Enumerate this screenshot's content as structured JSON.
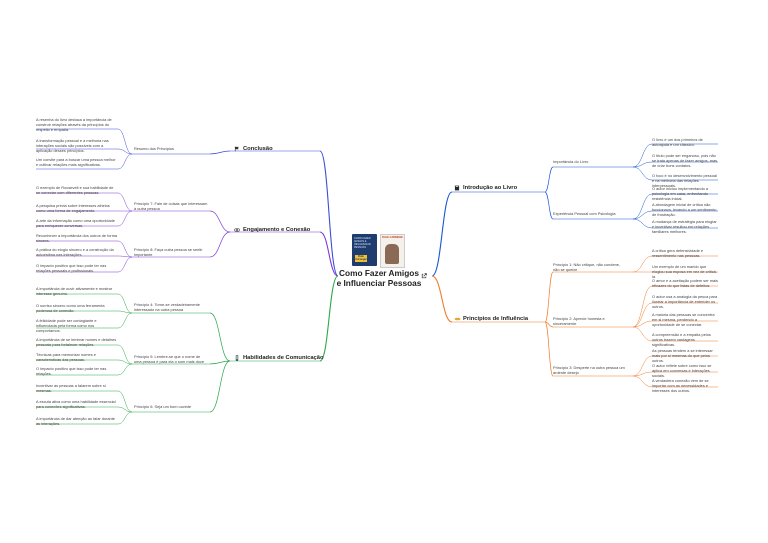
{
  "root": {
    "title": "Como Fazer Amigos e Influenciar Pessoas",
    "link_icon": "external-link-icon",
    "cover_left_title": "COMO FAZER AMIGOS & INFLUENCIAR PESSOAS",
    "cover_left_badge": "Dale Carnegie",
    "cover_right_title": "DALE CARNEGIE"
  },
  "colors": {
    "introducao": "#1a56d6",
    "principios": "#f07d2c",
    "conclusao": "#3d4cd6",
    "engajamento": "#7b3bd6",
    "habilidades": "#2aa84a"
  },
  "branches": {
    "introducao": {
      "title": "Introdução ao Livro",
      "icon": "book-icon",
      "subs": [
        {
          "label": "Importância do Livro",
          "leaves": [
            "O livro é um dos primeiros de autoajuda e um clássico.",
            "O título pode ser enganoso, pois não se trata apenas de fazer amigos, mas de criar bons contatos.",
            "O foco é no desenvolvimento pessoal e na melhoria das relações interpessoais."
          ]
        },
        {
          "label": "Experiência Pessoal com Psicologia",
          "leaves": [
            "O autor iniciou implementando a psicologia em casa, enfrentando resistência inicial.",
            "A abordagem inicial de crítica não funcionava, levando a um sentimento de frustração.",
            "A mudança de estratégia para elogiar e incentivar resultou em relações familiares melhores."
          ]
        }
      ]
    },
    "principios": {
      "title": "Princípios de Influência",
      "icon": "handshake-icon",
      "subs": [
        {
          "label": "Princípio 1: Não critique, não condene, não se queixe",
          "leaves": [
            "A crítica gera defensividade e ressentimento nas pessoas.",
            "Um exemplo de um marido que elogiou sua esposa em vez de criticá-la."
          ]
        },
        {
          "label": "Princípio 2: Aprecie honesta e sinceramente",
          "leaves": [
            "O amor e a aceitação podem ser mais eficazes do que listas de defeitos.",
            "O autor usa a analogia da pesca para ilustrar a importância de entender os outros.",
            "A maioria das pessoas se concentra em si mesma, perdendo a oportunidade de se conectar.",
            "A compreensão e a empatia pelos outros trazem vantagens significativas."
          ]
        },
        {
          "label": "Princípio 3: Desperte na outra pessoa um ardente desejo",
          "leaves": [
            "As pessoas tendem a se interessar mais por si mesmas do que pelos outros.",
            "O autor reflete sobre como isso se aplica em conversas e interações sociais.",
            "A verdadeira conexão vem de se importar com as necessidades e interesses dos outros."
          ]
        }
      ]
    },
    "conclusao": {
      "title": "Conclusão",
      "icon": "flag-icon",
      "subs": [
        {
          "label": "Resumo dos Princípios",
          "leaves": [
            "A resenha do livro destaca a importância de construir relações através da princípios do respeito e empatia.",
            "A transformação pessoal e a melhoria nas interações sociais são possíveis com a aplicação desses princípios.",
            "Um convite para a buscar uma pessoa melhor e cultivar relações mais significativas."
          ]
        }
      ]
    },
    "engajamento": {
      "title": "Engajamento e Conexão",
      "icon": "chain-icon",
      "subs": [
        {
          "label": "Princípio 7: Fale de coisas que interessam à outra pessoa",
          "leaves": [
            "O exemplo de Roosevelt e sua habilidade de se conectar com diferentes pessoas.",
            "A pesquisa prévia sobre interesses alheios como uma forma de engajamento.",
            "A arte da informação como uma oportunidade para enriquecer conversas."
          ]
        },
        {
          "label": "Princípio 8: Faça outra pessoa se sentir importante",
          "leaves": [
            "Reconhecer a importância dos outros de forma sincera.",
            "A prática do elogio sincero e a construção da autoestima nas interações.",
            "O impacto positivo que isso pode ter nas relações pessoais e profissionais."
          ]
        }
      ]
    },
    "habilidades": {
      "title": "Habilidades de Comunicação",
      "icon": "phone-icon",
      "subs": [
        {
          "label": "Princípio 4: Torne-se verdadeiramente interessado na outra pessoa",
          "leaves": [
            "A importância de ouvir ativamente e mostrar interesse genuíno.",
            "O sorriso sincero como uma ferramenta poderosa de conexão.",
            "A felicidade pode ser contagiante e influenciada pela forma como nos comportamos."
          ]
        },
        {
          "label": "Princípio 5: Lembre-se que o nome de uma pessoa é para ela o som mais doce",
          "leaves": [
            "A importância de se lembrar nomes e detalhes pessoais para fortalecer relações.",
            "Técnicas para memorizar nomes e características das pessoas.",
            "O impacto positivo que isso pode ter nas relações."
          ]
        },
        {
          "label": "Princípio 6: Seja um bom ouvinte",
          "leaves": [
            "Incentivar as pessoas a falarem sobre si mesmas.",
            "A escuta ativa como uma habilidade essencial para conexões significativas.",
            "A importância de dar atenção ao falar durante as interações."
          ]
        }
      ]
    }
  }
}
